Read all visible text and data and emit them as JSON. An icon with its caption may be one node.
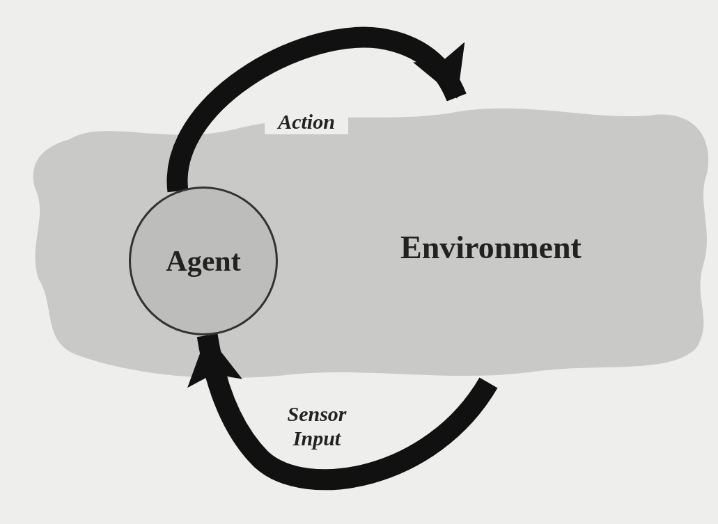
{
  "diagram": {
    "nodes": [
      {
        "text": [
          "Environment"
        ]
      },
      {
        "text": [
          "Agent"
        ],
        "in": 0
      }
    ],
    "edges": [
      {
        "from": 1,
        "to": 0,
        "arrow": "to",
        "label": "Action"
      },
      {
        "from": 0,
        "to": 1,
        "arrow": "to",
        "label": "Sensor Input"
      }
    ]
  }
}
